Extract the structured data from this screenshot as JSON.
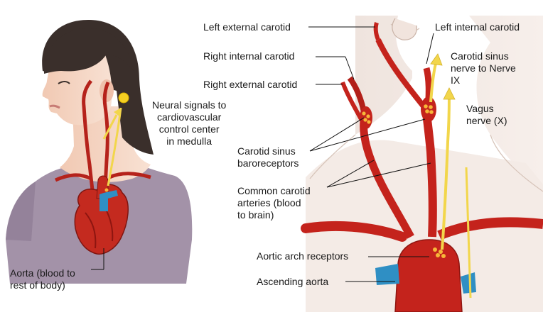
{
  "labels": {
    "left_external_carotid": "Left external carotid",
    "left_internal_carotid": "Left internal carotid",
    "right_internal_carotid": "Right internal carotid",
    "right_external_carotid": "Right external carotid",
    "carotid_sinus_nerve": [
      "Carotid sinus",
      "nerve to Nerve",
      "IX"
    ],
    "vagus_nerve": [
      "Vagus",
      "nerve (X)"
    ],
    "neural_signals": [
      "Neural signals to",
      "cardiovascular",
      "control center",
      "in medulla"
    ],
    "carotid_sinus_baroreceptors": [
      "Carotid sinus",
      "baroreceptors"
    ],
    "common_carotid_arteries": [
      "Common carotid",
      "arteries (blood",
      "to brain)"
    ],
    "aortic_arch_receptors": "Aortic arch receptors",
    "ascending_aorta": "Ascending aorta",
    "aorta_left": [
      "Aorta (blood to",
      "rest of body)"
    ]
  },
  "colors": {
    "artery": "#c4231c",
    "artery_dark": "#8e1510",
    "vein": "#2f8fc4",
    "nerve": "#f2d64b",
    "receptor_dots": "#f7b739",
    "skin": "#f6ddcc",
    "shirt": "#a392a8",
    "hair": "#3a2f2b"
  }
}
